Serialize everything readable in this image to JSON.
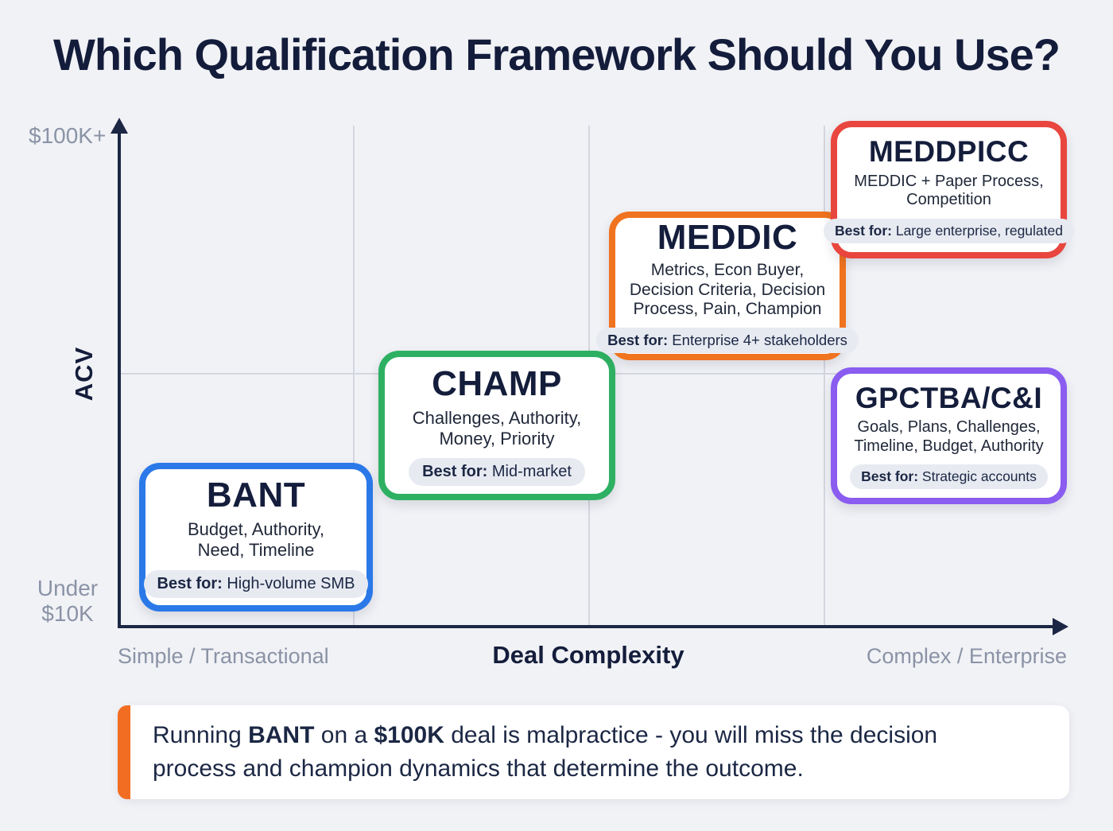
{
  "title": "Which Qualification Framework Should You Use?",
  "axes": {
    "y_title": "ACV",
    "y_max_label": "$100K+",
    "y_min_label_line1": "Under",
    "y_min_label_line2": "$10K",
    "x_title": "Deal Complexity",
    "x_min_label": "Simple / Transactional",
    "x_max_label": "Complex / Enterprise"
  },
  "frameworks": [
    {
      "name": "BANT",
      "desc_lines": [
        "Budget, Authority,",
        "Need, Timeline"
      ],
      "best_for_label": "Best for:",
      "best_for_value": " High-volume SMB",
      "accent_color": "#2b79e8",
      "position": {
        "deal_complexity": "simple / transactional",
        "acv": "under $10K"
      }
    },
    {
      "name": "CHAMP",
      "desc_lines": [
        "Challenges, Authority,",
        "Money, Priority"
      ],
      "best_for_label": "Best for:",
      "best_for_value": " Mid-market",
      "accent_color": "#2eb062",
      "position": {
        "deal_complexity": "moderate",
        "acv": "mid"
      }
    },
    {
      "name": "MEDDIC",
      "desc_lines": [
        "Metrics, Econ Buyer,",
        "Decision Criteria, Decision",
        "Process, Pain, Champion"
      ],
      "best_for_label": "Best for:",
      "best_for_value": " Enterprise 4+ stakeholders",
      "accent_color": "#f0731f",
      "position": {
        "deal_complexity": "high",
        "acv": "high"
      }
    },
    {
      "name": "MEDDPICC",
      "desc_lines": [
        "MEDDIC + Paper Process,",
        "Competition"
      ],
      "best_for_label": "Best for:",
      "best_for_value": " Large enterprise, regulated",
      "accent_color": "#e8463e",
      "position": {
        "deal_complexity": "complex / enterprise",
        "acv": "$100K+"
      }
    },
    {
      "name": "GPCTBA/C&I",
      "desc_lines": [
        "Goals, Plans, Challenges,",
        "Timeline, Budget, Authority"
      ],
      "best_for_label": "Best for:",
      "best_for_value": " Strategic accounts",
      "accent_color": "#8a5cf0",
      "position": {
        "deal_complexity": "complex / enterprise",
        "acv": "mid"
      }
    }
  ],
  "callout": {
    "accent_color": "#f26d21",
    "line1": {
      "seg1": "Running ",
      "bold1": "BANT",
      "seg2": " on a ",
      "bold2": "$100K",
      "seg3": " deal is malpractice - you will miss the decision"
    },
    "line2": "process and champion dynamics that determine the outcome."
  },
  "colors": {
    "background": "#f1f2f6",
    "ink_navy": "#141d3b",
    "muted_gray": "#8a93a6",
    "grid_gray": "#d4d7df",
    "pill_bg": "#e7eaf1",
    "card_bg": "#ffffff"
  }
}
